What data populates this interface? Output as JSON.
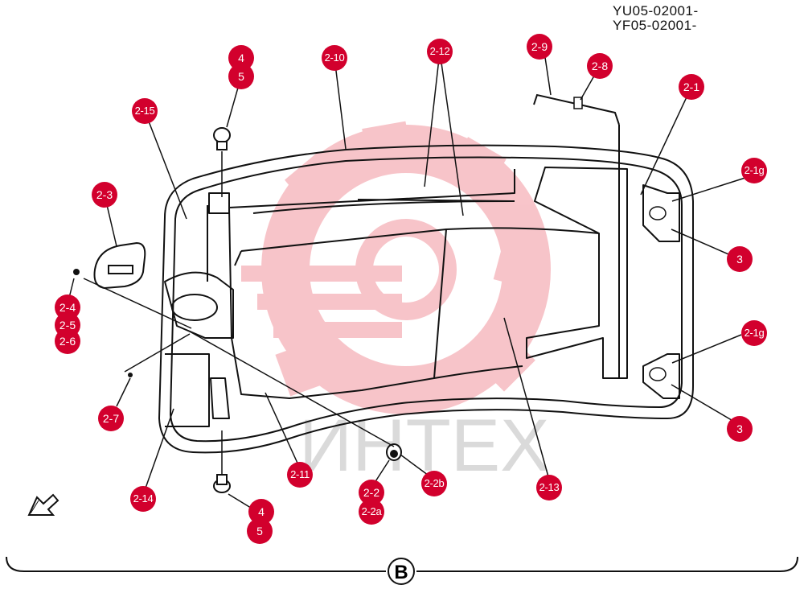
{
  "serials": [
    "YU05-02001-",
    "YF05-02001-"
  ],
  "watermark": {
    "text": "ИНТЕХ",
    "color": "#e8404f"
  },
  "view": {
    "label": "B"
  },
  "callout_color": "#d2002d",
  "callouts": [
    {
      "id": "4-top",
      "label": "4"
    },
    {
      "id": "5-top",
      "label": "5"
    },
    {
      "id": "2-10",
      "label": "2-10"
    },
    {
      "id": "2-12",
      "label": "2-12"
    },
    {
      "id": "2-9",
      "label": "2-9"
    },
    {
      "id": "2-8",
      "label": "2-8"
    },
    {
      "id": "2-1",
      "label": "2-1"
    },
    {
      "id": "2-15",
      "label": "2-15"
    },
    {
      "id": "2-1g-top",
      "label": "2-1g"
    },
    {
      "id": "2-3",
      "label": "2-3"
    },
    {
      "id": "3-top",
      "label": "3"
    },
    {
      "id": "2-4",
      "label": "2-4"
    },
    {
      "id": "2-5",
      "label": "2-5"
    },
    {
      "id": "2-6",
      "label": "2-6"
    },
    {
      "id": "2-1g-bottom",
      "label": "2-1g"
    },
    {
      "id": "2-7",
      "label": "2-7"
    },
    {
      "id": "3-bottom",
      "label": "3"
    },
    {
      "id": "2-11",
      "label": "2-11"
    },
    {
      "id": "2-2b",
      "label": "2-2b"
    },
    {
      "id": "2-13",
      "label": "2-13"
    },
    {
      "id": "2-2",
      "label": "2-2"
    },
    {
      "id": "2-14",
      "label": "2-14"
    },
    {
      "id": "2-2a",
      "label": "2-2a"
    },
    {
      "id": "4-bottom",
      "label": "4"
    },
    {
      "id": "5-bottom",
      "label": "5"
    }
  ]
}
